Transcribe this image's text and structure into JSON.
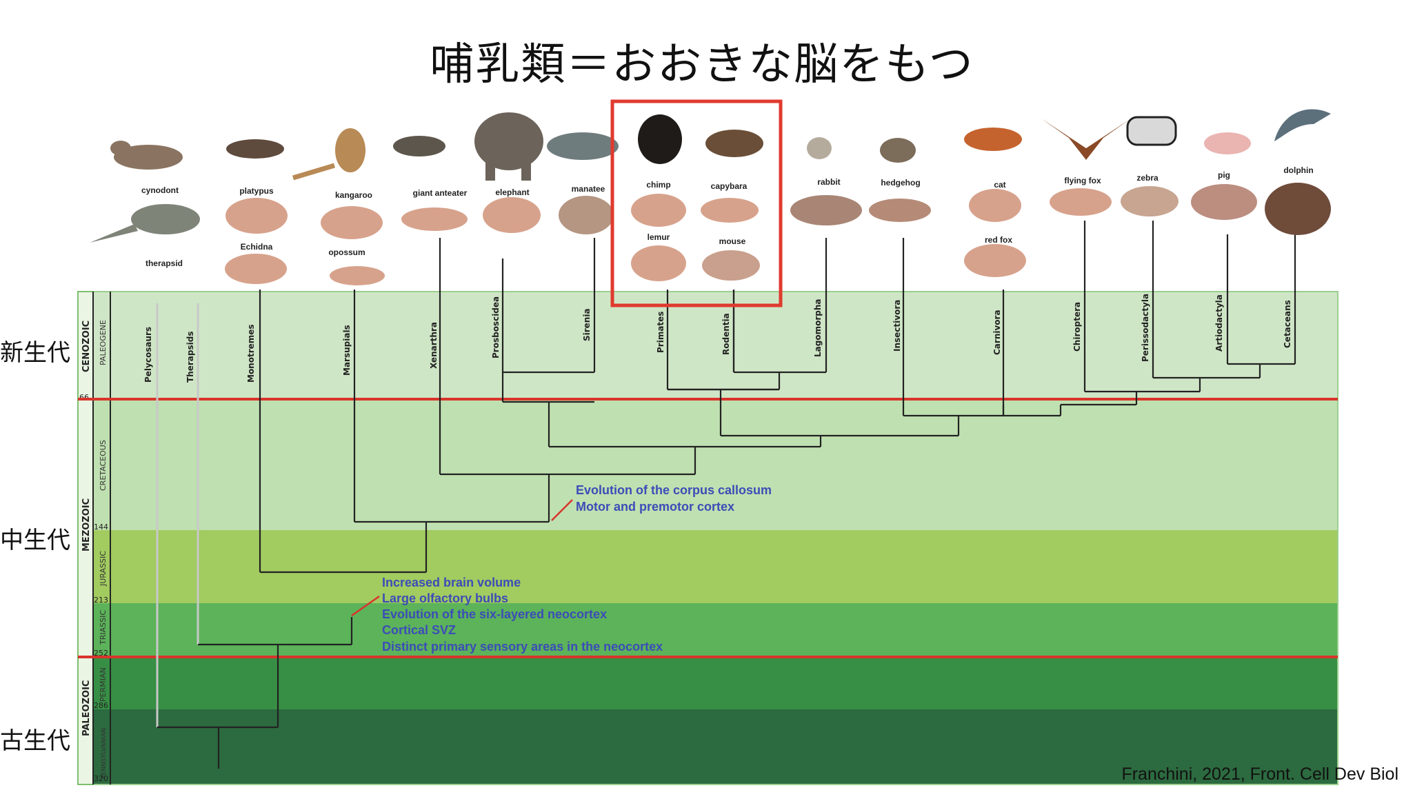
{
  "title": "哺乳類＝おおきな脳をもつ",
  "eras_jp": {
    "cenozoic": "新生代",
    "mesozoic": "中生代",
    "paleozoic": "古生代"
  },
  "eras": {
    "cenozoic": "CENOZOIC",
    "mesozoic": "MEZOZOIC",
    "paleozoic": "PALEOZOIC"
  },
  "periods": {
    "paleogene": "PALEOGENE",
    "cretaceous": "CRETACEOUS",
    "jurassic": "JURASSIC",
    "triassic": "TRIASSIC",
    "permian": "PERMIAN",
    "pennsylvanian": "PENNSYLVANIAN"
  },
  "time_marks": [
    "66",
    "144",
    "213",
    "252",
    "286",
    "320"
  ],
  "clades": [
    "Pelycosaurs",
    "Therapsids",
    "Monotremes",
    "Marsupials",
    "Xenarthra",
    "Prosboscidea",
    "Sirenia",
    "Primates",
    "Rodentia",
    "Lagomorpha",
    "Insectivora",
    "Carnivora",
    "Chiroptera",
    "Perissodactyla",
    "Artiodactyla",
    "Cetaceans"
  ],
  "animals": [
    "cynodont",
    "therapsid",
    "platypus",
    "Echidna",
    "kangaroo",
    "opossum",
    "giant anteater",
    "elephant",
    "manatee",
    "chimp",
    "lemur",
    "capybara",
    "mouse",
    "rabbit",
    "hedgehog",
    "cat",
    "red fox",
    "flying fox",
    "zebra",
    "pig",
    "dolphin"
  ],
  "annotations": {
    "callosum": [
      "Evolution of the corpus callosum",
      "Motor and premotor cortex"
    ],
    "mammal": [
      "Increased brain volume",
      "Large olfactory bulbs",
      "Evolution of the six-layered neocortex",
      "Cortical SVZ",
      "Distinct primary sensory areas in the neocortex"
    ]
  },
  "credit": "Franchini, 2021, Front. Cell Dev Biol",
  "colors": {
    "highlight": "#e03a2f",
    "boundary": "#d9342b",
    "annotation": "#3c4cb8",
    "paleogene": "#cfe6c6",
    "cretaceous": "#bfe0b0",
    "jurassic": "#a2cb60",
    "triassic": "#5cb35a",
    "permian": "#378f45",
    "pennsylvanian": "#2c6a3f"
  }
}
